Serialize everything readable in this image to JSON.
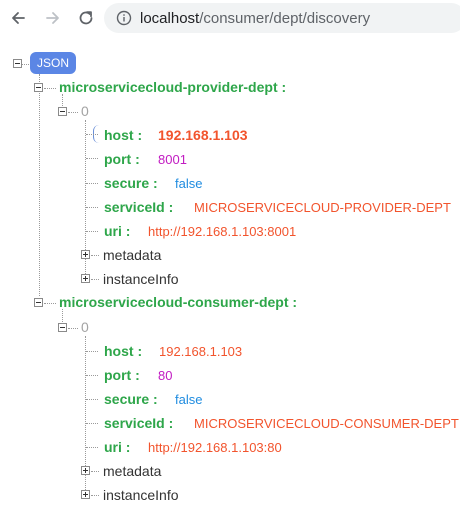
{
  "browser": {
    "url_host": "localhost",
    "url_path": "/consumer/dept/discovery"
  },
  "tree": {
    "root_label": "JSON",
    "groups": [
      {
        "name": "microservicecloud-provider-dept :",
        "index": "0",
        "fields": [
          {
            "key": "host :",
            "value": "192.168.1.103",
            "type": "string"
          },
          {
            "key": "port :",
            "value": "8001",
            "type": "number"
          },
          {
            "key": "secure :",
            "value": "false",
            "type": "boolean"
          },
          {
            "key": "serviceId :",
            "value": "MICROSERVICECLOUD-PROVIDER-DEPT",
            "type": "string"
          },
          {
            "key": "uri :",
            "value": "http://192.168.1.103:8001",
            "type": "string"
          }
        ],
        "collapsed": [
          "metadata",
          "instanceInfo"
        ]
      },
      {
        "name": "microservicecloud-consumer-dept :",
        "index": "0",
        "fields": [
          {
            "key": "host :",
            "value": "192.168.1.103",
            "type": "string"
          },
          {
            "key": "port :",
            "value": "80",
            "type": "number"
          },
          {
            "key": "secure :",
            "value": "false",
            "type": "boolean"
          },
          {
            "key": "serviceId :",
            "value": "MICROSERVICECLOUD-CONSUMER-DEPT",
            "type": "string"
          },
          {
            "key": "uri :",
            "value": "http://192.168.1.103:80",
            "type": "string"
          }
        ],
        "collapsed": [
          "metadata",
          "instanceInfo"
        ]
      }
    ]
  },
  "colors": {
    "key": "#2ea64a",
    "string": "#f2542d",
    "number": "#c21cc2",
    "boolean": "#1f8ce0",
    "badge": "#5b86e5"
  }
}
